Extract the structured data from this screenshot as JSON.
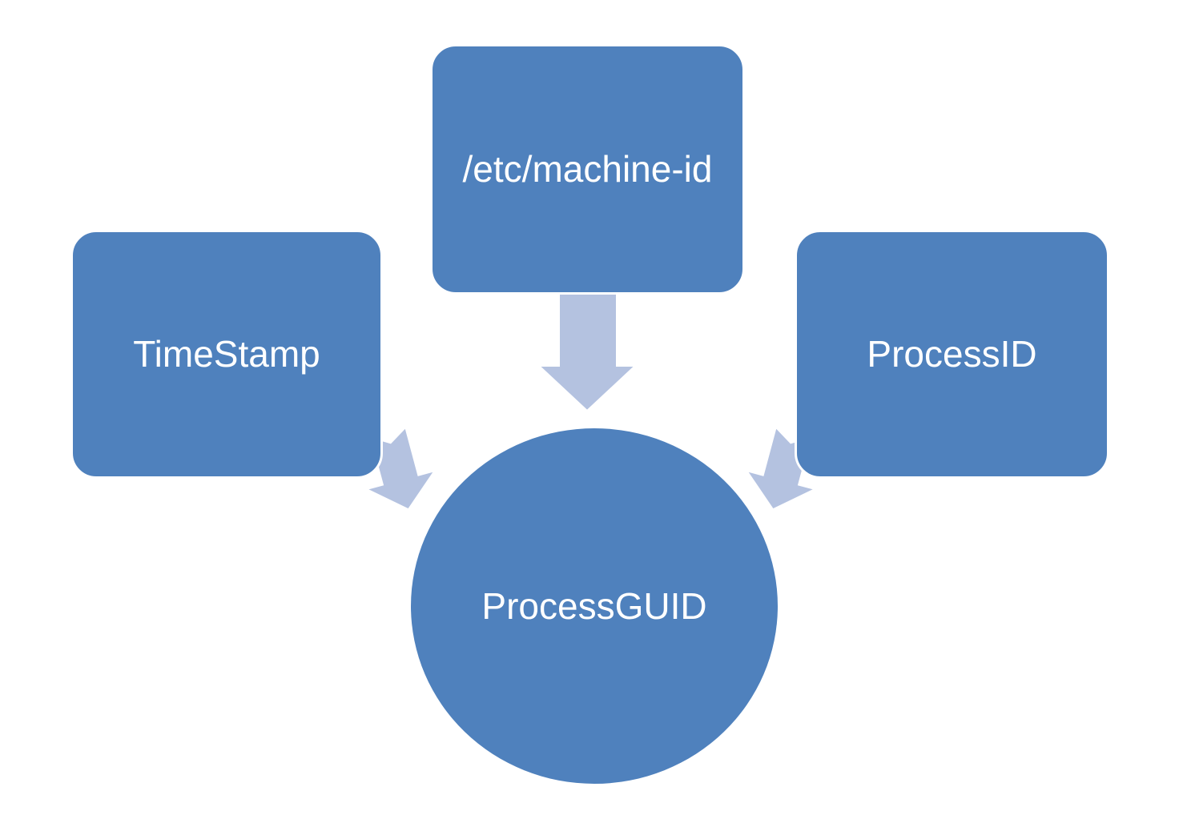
{
  "diagram": {
    "type": "converging-arrows",
    "background_color": "#FFFFFF",
    "node_fill_color": "#4F81BD",
    "arrow_fill_color": "#B4C2E0",
    "label_text_color": "#FFFFFF",
    "nodes": {
      "left": {
        "label": "TimeStamp",
        "shape": "rounded-rectangle"
      },
      "top": {
        "label": "/etc/machine-id",
        "shape": "rounded-rectangle"
      },
      "right": {
        "label": "ProcessID",
        "shape": "rounded-rectangle"
      },
      "center": {
        "label": "ProcessGUID",
        "shape": "circle"
      }
    },
    "edges": [
      {
        "from": "TimeStamp",
        "to": "ProcessGUID",
        "style": "block-arrow",
        "direction": "down-right"
      },
      {
        "from": "/etc/machine-id",
        "to": "ProcessGUID",
        "style": "block-arrow",
        "direction": "down"
      },
      {
        "from": "ProcessID",
        "to": "ProcessGUID",
        "style": "block-arrow",
        "direction": "down-left"
      }
    ]
  }
}
